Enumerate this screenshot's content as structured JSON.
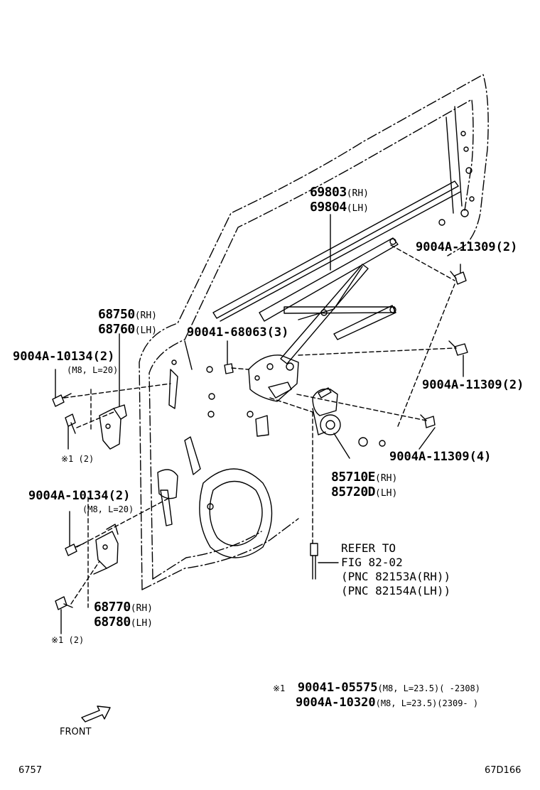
{
  "labels": {
    "window_regulator": {
      "rh": "69803",
      "rh_suffix": "(RH)",
      "lh": "69804",
      "lh_suffix": "(LH)"
    },
    "upper_hinge": {
      "rh": "68750",
      "rh_suffix": "(RH)",
      "lh": "68760",
      "lh_suffix": "(LH)"
    },
    "lower_hinge": {
      "rh": "68770",
      "rh_suffix": "(RH)",
      "lh": "68780",
      "lh_suffix": "(LH)"
    },
    "regulator_motor": {
      "rh": "85710E",
      "rh_suffix": "(RH)",
      "lh": "85720D",
      "lh_suffix": "(LH)"
    },
    "bolt_upper_hinge": {
      "part": "9004A-10134",
      "qty": "(2)",
      "spec": "(M8, L=20)"
    },
    "bolt_lower_hinge": {
      "part": "9004A-10134",
      "qty": "(2)",
      "spec": "(M8, L=20)"
    },
    "bolt_upper_hinge_ref": "※1 (2)",
    "bolt_lower_hinge_ref": "※1 (2)",
    "bolt_regulator_top": {
      "part": "9004A-11309",
      "qty": "(2)"
    },
    "bolt_regulator_mid": {
      "part": "9004A-11309",
      "qty": "(2)"
    },
    "bolt_regulator_low": {
      "part": "9004A-11309",
      "qty": "(4)"
    },
    "screw_regulator": {
      "part": "90041-68063",
      "qty": "(3)"
    },
    "wiring_reference": {
      "line1": "REFER TO",
      "line2": "FIG 82-02",
      "line3": "(PNC 82153A(RH))",
      "line4": "(PNC 82154A(LH))"
    }
  },
  "footnote": {
    "marker": "※1",
    "row1": {
      "part": "90041-05575",
      "spec": "(M8, L=23.5)(      -2308)"
    },
    "row2": {
      "part": "9004A-10320",
      "spec": "(M8, L=23.5)(2309-      )"
    }
  },
  "front_label": "FRONT",
  "figure_number": "6757",
  "drawing_id": "67D166"
}
